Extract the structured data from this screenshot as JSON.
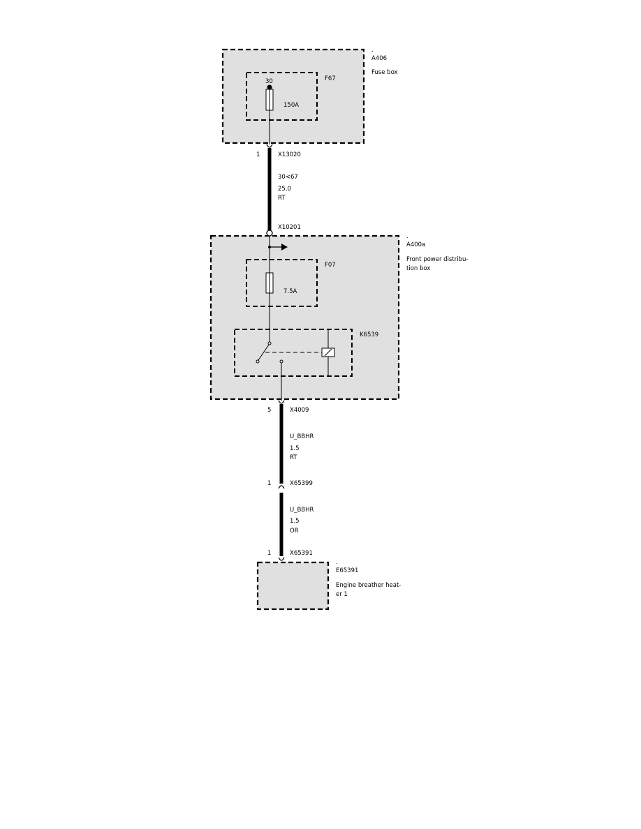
{
  "colors": {
    "box_fill": "#e0e0e0",
    "stroke": "#000000",
    "background": "#ffffff"
  },
  "components": {
    "fuse_box": {
      "dot": ".",
      "id": "A406",
      "name": "Fuse box",
      "fuse": {
        "id": "F67",
        "terminal": "30",
        "rating": "150A"
      }
    },
    "front_power_distribution_box": {
      "dot": ".",
      "id": "A400a",
      "name_line1": "Front power distribu-",
      "name_line2": "tion box",
      "fuse": {
        "id": "F07",
        "rating": "7.5A"
      },
      "relay": {
        "id": "K6539"
      }
    },
    "engine_breather_heater": {
      "dot": ".",
      "id": "E65391",
      "name_line1": "Engine breather heat-",
      "name_line2": "er 1"
    }
  },
  "connectors": {
    "x13020": {
      "id": "X13020",
      "pin": "1"
    },
    "x10201": {
      "id": "X10201"
    },
    "x4009": {
      "id": "X4009",
      "pin": "5"
    },
    "x65399": {
      "id": "X65399",
      "pin": "1"
    },
    "x65391": {
      "id": "X65391",
      "pin": "1"
    }
  },
  "wires": {
    "wire1": {
      "signal": "30<67",
      "size": "25.0",
      "color": "RT"
    },
    "wire2": {
      "signal": "U_BBHR",
      "size": "1.5",
      "color": "RT"
    },
    "wire3": {
      "signal": "U_BBHR",
      "size": "1.5",
      "color": "OR"
    }
  }
}
